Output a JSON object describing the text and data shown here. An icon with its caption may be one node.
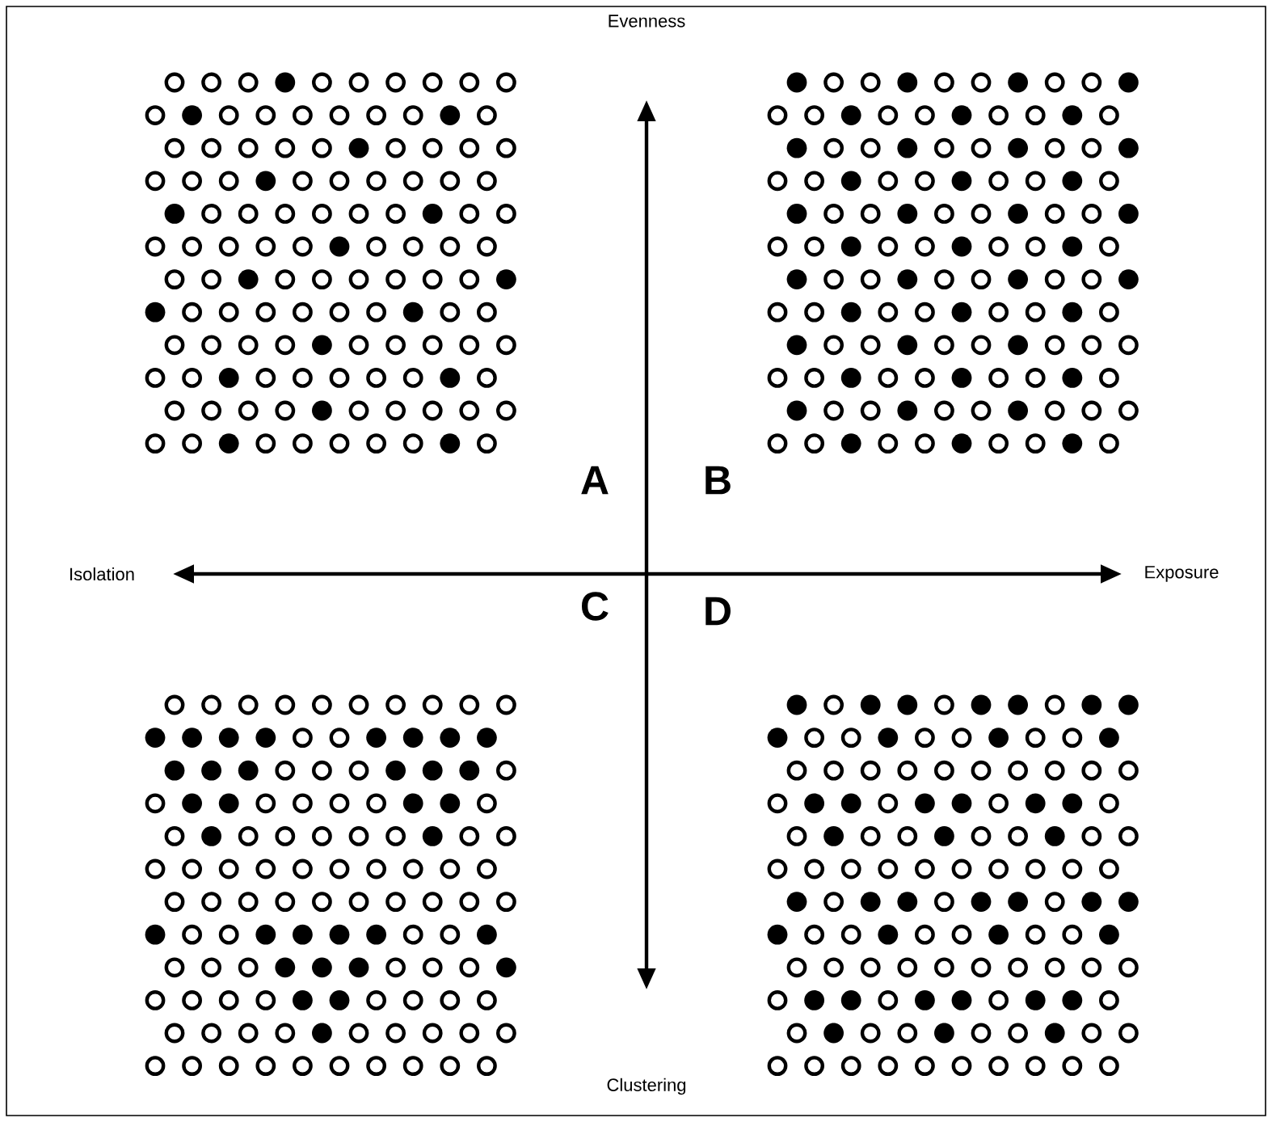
{
  "diagram": {
    "labels": [
      "Evenness",
      "A",
      "B",
      "Isolation",
      "Exposure",
      "C",
      "D",
      "Clustering"
    ]
  }
}
